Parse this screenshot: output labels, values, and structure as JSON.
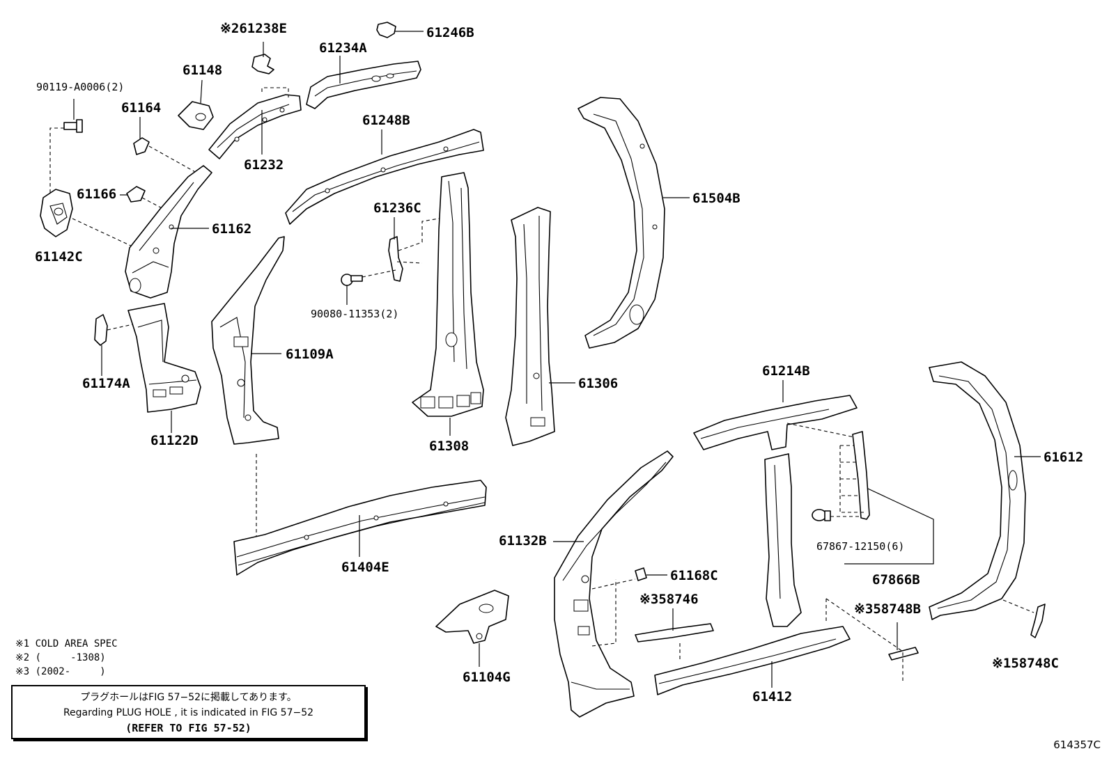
{
  "labels": [
    {
      "id": "l-61238E",
      "text": "61238E",
      "prefix": "※2"
    },
    {
      "id": "l-61246B",
      "text": "61246B",
      "prefix": ""
    },
    {
      "id": "l-61234A",
      "text": "61234A",
      "prefix": ""
    },
    {
      "id": "l-61148",
      "text": "61148",
      "prefix": ""
    },
    {
      "id": "l-90119",
      "text": "90119-A0006(2)",
      "prefix": ""
    },
    {
      "id": "l-61164",
      "text": "61164",
      "prefix": ""
    },
    {
      "id": "l-61248B",
      "text": "61248B",
      "prefix": ""
    },
    {
      "id": "l-61232",
      "text": "61232",
      "prefix": ""
    },
    {
      "id": "l-61504B",
      "text": "61504B",
      "prefix": ""
    },
    {
      "id": "l-61166",
      "text": "61166",
      "prefix": ""
    },
    {
      "id": "l-61236C",
      "text": "61236C",
      "prefix": ""
    },
    {
      "id": "l-61162",
      "text": "61162",
      "prefix": ""
    },
    {
      "id": "l-61142C",
      "text": "61142C",
      "prefix": ""
    },
    {
      "id": "l-90080",
      "text": "90080-11353(2)",
      "prefix": ""
    },
    {
      "id": "l-61109A",
      "text": "61109A",
      "prefix": ""
    },
    {
      "id": "l-61214B",
      "text": "61214B",
      "prefix": ""
    },
    {
      "id": "l-61174A",
      "text": "61174A",
      "prefix": ""
    },
    {
      "id": "l-61306",
      "text": "61306",
      "prefix": ""
    },
    {
      "id": "l-61122D",
      "text": "61122D",
      "prefix": ""
    },
    {
      "id": "l-61308",
      "text": "61308",
      "prefix": ""
    },
    {
      "id": "l-61612",
      "text": "61612",
      "prefix": ""
    },
    {
      "id": "l-61132B",
      "text": "61132B",
      "prefix": ""
    },
    {
      "id": "l-67867",
      "text": "67867-12150(6)",
      "prefix": ""
    },
    {
      "id": "l-61404E",
      "text": "61404E",
      "prefix": ""
    },
    {
      "id": "l-67866B",
      "text": "67866B",
      "prefix": ""
    },
    {
      "id": "l-61168C",
      "text": "61168C",
      "prefix": ""
    },
    {
      "id": "l-58746",
      "text": "58746",
      "prefix": "※3"
    },
    {
      "id": "l-58748B",
      "text": "58748B",
      "prefix": "※3"
    },
    {
      "id": "l-58748C",
      "text": "58748C",
      "prefix": "※1"
    },
    {
      "id": "l-61104G",
      "text": "61104G",
      "prefix": ""
    },
    {
      "id": "l-61412",
      "text": "61412",
      "prefix": ""
    }
  ],
  "notes": [
    "※1 COLD AREA SPEC",
    "※2 (     -1308)",
    "※3 (2002-     )"
  ],
  "info": {
    "line1": "プラグホールはFIG 57−52に掲載してあります。",
    "line2": "Regarding PLUG HOLE , it is indicated in FIG 57−52",
    "line3": "(REFER TO FIG 57-52)"
  },
  "figure_number": "614357C"
}
